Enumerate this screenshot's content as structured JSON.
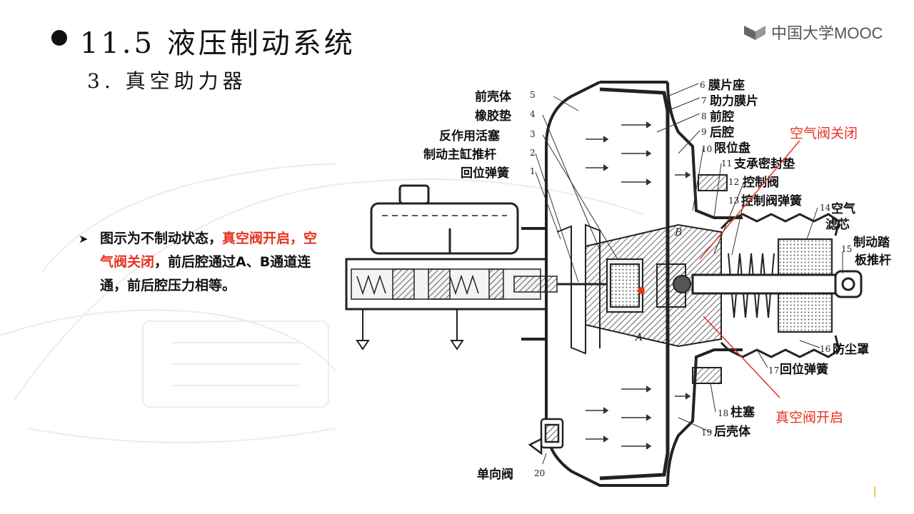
{
  "header": {
    "title": "11.5 液压制动系统",
    "subtitle": "3. 真空助力器"
  },
  "logo": {
    "text": "中国大学MOOC",
    "icon": "mooc-logo-icon"
  },
  "description": {
    "arrow_icon": "arrow-bullet-icon",
    "part1": "图示为不制动状态，",
    "part2_red": "真空阀开启，空气阀关闭",
    "part3": "，前后腔通过A、B通道连通，前后腔压力相等。"
  },
  "diagram": {
    "left_labels": [
      {
        "num": "5",
        "text": "前壳体"
      },
      {
        "num": "4",
        "text": "橡胶垫"
      },
      {
        "num": "3",
        "text": "反作用活塞"
      },
      {
        "num": "2",
        "text": "制动主缸推杆"
      },
      {
        "num": "1",
        "text": "回位弹簧"
      }
    ],
    "right_labels": [
      {
        "num": "6",
        "text": "膜片座"
      },
      {
        "num": "7",
        "text": "助力膜片"
      },
      {
        "num": "8",
        "text": "前腔"
      },
      {
        "num": "9",
        "text": "后腔"
      },
      {
        "num": "10",
        "text": "限位盘"
      },
      {
        "num": "11",
        "text": "支承密封垫"
      },
      {
        "num": "12",
        "text": "控制阀"
      },
      {
        "num": "13",
        "text": "控制阀弹簧"
      },
      {
        "num": "14",
        "text": "空气"
      },
      {
        "num": "",
        "text": "滤芯"
      },
      {
        "num": "15",
        "text": "制动踏"
      },
      {
        "num": "",
        "text": "板推杆"
      },
      {
        "num": "16",
        "text": "防尘罩"
      },
      {
        "num": "17",
        "text": "回位弹簧"
      },
      {
        "num": "18",
        "text": "柱塞"
      },
      {
        "num": "19",
        "text": "后壳体"
      }
    ],
    "bottom_label": {
      "num": "20",
      "text": "单向阀"
    },
    "callout_air_valve": "空气阀关闭",
    "callout_vacuum_valve": "真空阀开启",
    "passage_a": "A",
    "passage_b": "B",
    "accent_red": "#e8321e"
  }
}
